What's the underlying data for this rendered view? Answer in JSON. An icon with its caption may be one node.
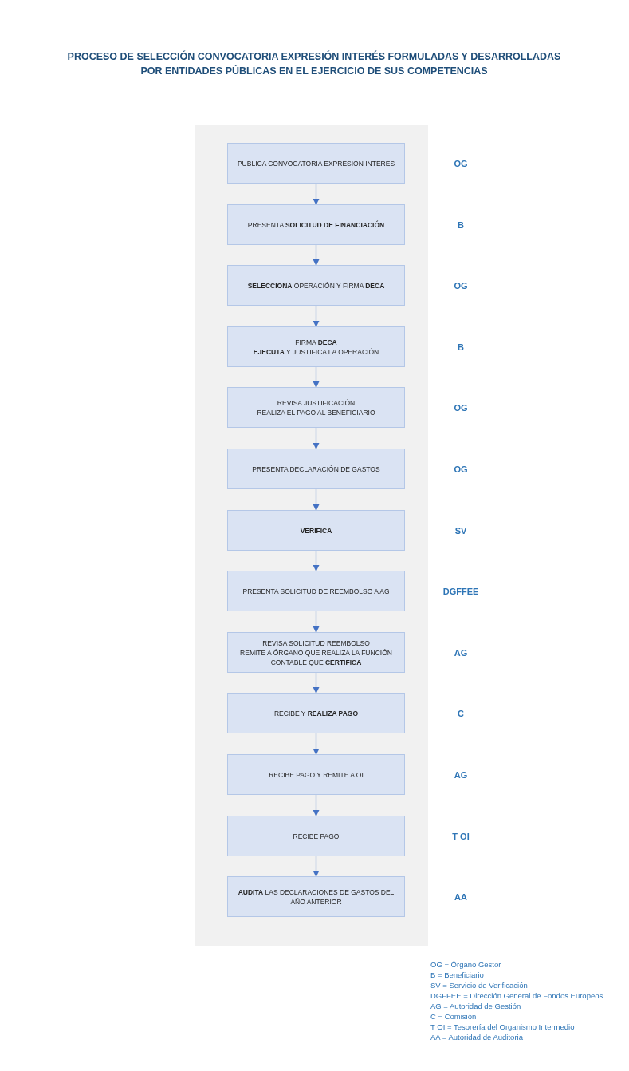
{
  "diagram": {
    "title": "PROCESO DE SELECCIÓN CONVOCATORIA EXPRESIÓN INTERÉS FORMULADAS Y DESARROLLADAS POR ENTIDADES PÚBLICAS EN EL EJERCICIO DE SUS COMPETENCIAS",
    "nodes": [
      {
        "text": [
          "PUBLICA CONVOCATORIA EXPRESIÓN INTERÉS"
        ]
      },
      {
        "text": [
          "PRESENTA **SOLICITUD DE FINANCIACIÓN**"
        ]
      },
      {
        "text": [
          "**SELECCIONA** OPERACIÓN Y FIRMA **DECA**"
        ]
      },
      {
        "text": [
          "FIRMA **DECA**",
          "**EJECUTA** Y JUSTIFICA LA OPERACIÓN"
        ]
      },
      {
        "text": [
          "REVISA JUSTIFICACIÓN",
          "REALIZA EL PAGO AL BENEFICIARIO"
        ]
      },
      {
        "text": [
          "PRESENTA DECLARACIÓN DE GASTOS"
        ]
      },
      {
        "text": [
          "**VERIFICA**"
        ]
      },
      {
        "text": [
          "PRESENTA SOLICITUD DE REEMBOLSO A AG"
        ]
      },
      {
        "text": [
          "REVISA SOLICITUD REEMBOLSO",
          "REMITE A ÓRGANO QUE REALIZA LA FUNCIÓN CONTABLE QUE **CERTIFICA**"
        ]
      },
      {
        "text": [
          "RECIBE Y **REALIZA PAGO**"
        ]
      },
      {
        "text": [
          "RECIBE PAGO Y REMITE A OI"
        ]
      },
      {
        "text": [
          "RECIBE PAGO"
        ]
      },
      {
        "text": [
          "**AUDITA** LAS DECLARACIONES DE GASTOS DEL AÑO ANTERIOR"
        ]
      }
    ],
    "edges": [
      {
        "from": 0,
        "to": 1,
        "arrow": "to"
      },
      {
        "from": 1,
        "to": 2,
        "arrow": "to"
      },
      {
        "from": 2,
        "to": 3,
        "arrow": "to"
      },
      {
        "from": 3,
        "to": 4,
        "arrow": "to"
      },
      {
        "from": 4,
        "to": 5,
        "arrow": "to"
      },
      {
        "from": 5,
        "to": 6,
        "arrow": "to"
      },
      {
        "from": 6,
        "to": 7,
        "arrow": "to"
      },
      {
        "from": 7,
        "to": 8,
        "arrow": "to"
      },
      {
        "from": 8,
        "to": 9,
        "arrow": "to"
      },
      {
        "from": 9,
        "to": 10,
        "arrow": "to"
      },
      {
        "from": 10,
        "to": 11,
        "arrow": "to"
      },
      {
        "from": 11,
        "to": 12,
        "arrow": "to"
      }
    ],
    "labels": [
      "OG",
      "B",
      "OG",
      "B",
      "OG",
      "OG",
      "SV",
      "DGFFEE",
      "AG",
      "C",
      "AG",
      "T OI",
      "AA",
      "OG = Órgano Gestor",
      "B = Beneficiario",
      "SV = Servicio de Verificación",
      "DGFFEE = Dirección General de Fondos Europeos",
      "AG = Autoridad de Gestión",
      "C = Comisión",
      "T OI = Tesorería del Organismo Intermedio",
      "AA = Autoridad de Auditoria"
    ]
  }
}
